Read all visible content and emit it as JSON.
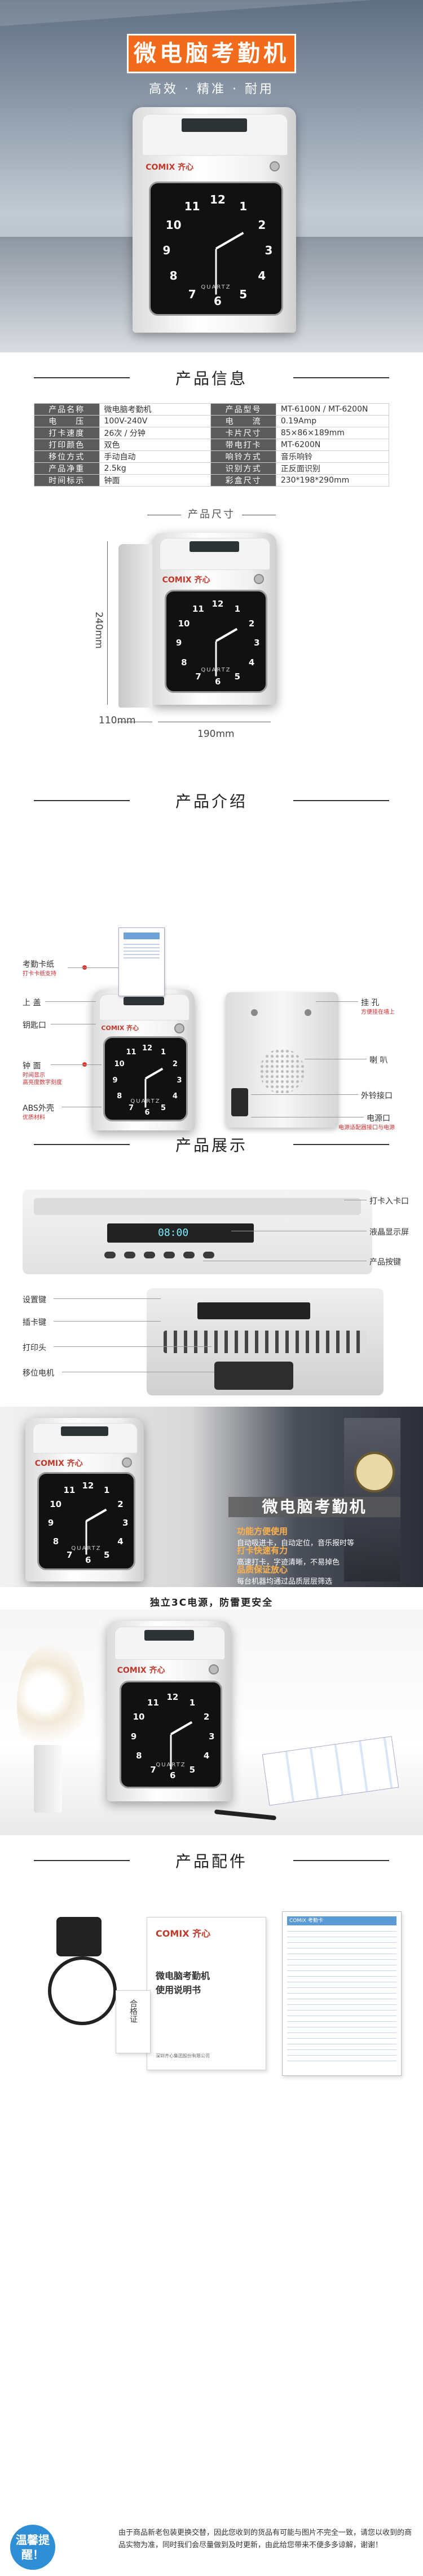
{
  "hero": {
    "title": "微电脑考勤机",
    "subtitle": "高效 · 精准 · 耐用"
  },
  "brand": {
    "logo": "COMIX 齐心",
    "quartz": "QUARTZ"
  },
  "clock_numbers": [
    "12",
    "1",
    "2",
    "3",
    "4",
    "5",
    "6",
    "7",
    "8",
    "9",
    "10",
    "11"
  ],
  "sections": {
    "info": "产品信息",
    "size": "产品尺寸",
    "intro": "产品介绍",
    "show": "产品展示",
    "accessories": "产品配件"
  },
  "specs": [
    {
      "k1": "产品名称",
      "v1": "微电脑考勤机",
      "k2": "产品型号",
      "v2": "MT-6100N / MT-6200N"
    },
    {
      "k1": "电　　压",
      "v1": "100V-240V",
      "k2": "电　　流",
      "v2": "0.19Amp"
    },
    {
      "k1": "打卡速度",
      "v1": "26次 / 分钟",
      "k2": "卡片尺寸",
      "v2": "85×86×189mm"
    },
    {
      "k1": "打印颜色",
      "v1": "双色",
      "k2": "带电打卡",
      "v2": "MT-6200N"
    },
    {
      "k1": "移位方式",
      "v1": "手动自动",
      "k2": "响铃方式",
      "v2": "音乐响铃"
    },
    {
      "k1": "产品净重",
      "v1": "2.5kg",
      "k2": "识别方式",
      "v2": "正反面识别"
    },
    {
      "k1": "时间标示",
      "v1": "钟面",
      "k2": "彩盒尺寸",
      "v2": "230*198*290mm"
    }
  ],
  "dimensions": {
    "height": "240mm",
    "depth": "110mm",
    "width": "190mm"
  },
  "intro": {
    "card_label": "考勤卡纸",
    "card_sub": "打卡卡纸支持",
    "top_cover": "上 盖",
    "key_hole": "钥匙口",
    "clock_face": "钟 面",
    "clock_sub": "时间显示",
    "clock_sub2": "高亮度数字刻度",
    "abs_label": "ABS外壳",
    "abs_sub": "优质材料",
    "hang_hole": "挂 孔",
    "hang_sub": "方便挂在墙上",
    "bell": "喇 叭",
    "ext_bell": "外铃接口",
    "power_port": "电源口",
    "power_sub": "电源适配器接口与电源",
    "card_slot": "打卡入卡口",
    "lcd": "液晶显示屏",
    "keys": "产品按键",
    "set_keys": "设置键",
    "card_slot2": "插卡键",
    "print_head": "打印头",
    "motor": "移位电机",
    "lcd_text": "08:00"
  },
  "showcase": {
    "banner": "微电脑考勤机",
    "features": [
      {
        "title": "功能方便使用",
        "desc": "自动吸进卡，自动定位，音乐报时等"
      },
      {
        "title": "打卡快速有力",
        "desc": "高速打卡，字迹清晰，不易掉色"
      },
      {
        "title": "品质保证放心",
        "desc": "每台机器均通过品质层层筛选"
      }
    ],
    "cert_line": "独立3C电源，防雷更安全"
  },
  "accessories": {
    "manual_title": "微电脑考勤机",
    "manual_sub": "使用说明书",
    "manual_footer": "深圳齐心集团股份有限公司",
    "cert": "合格证",
    "card_header": "COMIX 考勤卡"
  },
  "notice": {
    "badge": "温馨提醒！",
    "text": "由于商品新老包装更换交替，因此您收到的货品有可能与图片不完全一致，请您以收到的商品实物为准，同时我们会尽量做到及时更新，由此给您带来不便多多谅解，谢谢！"
  }
}
